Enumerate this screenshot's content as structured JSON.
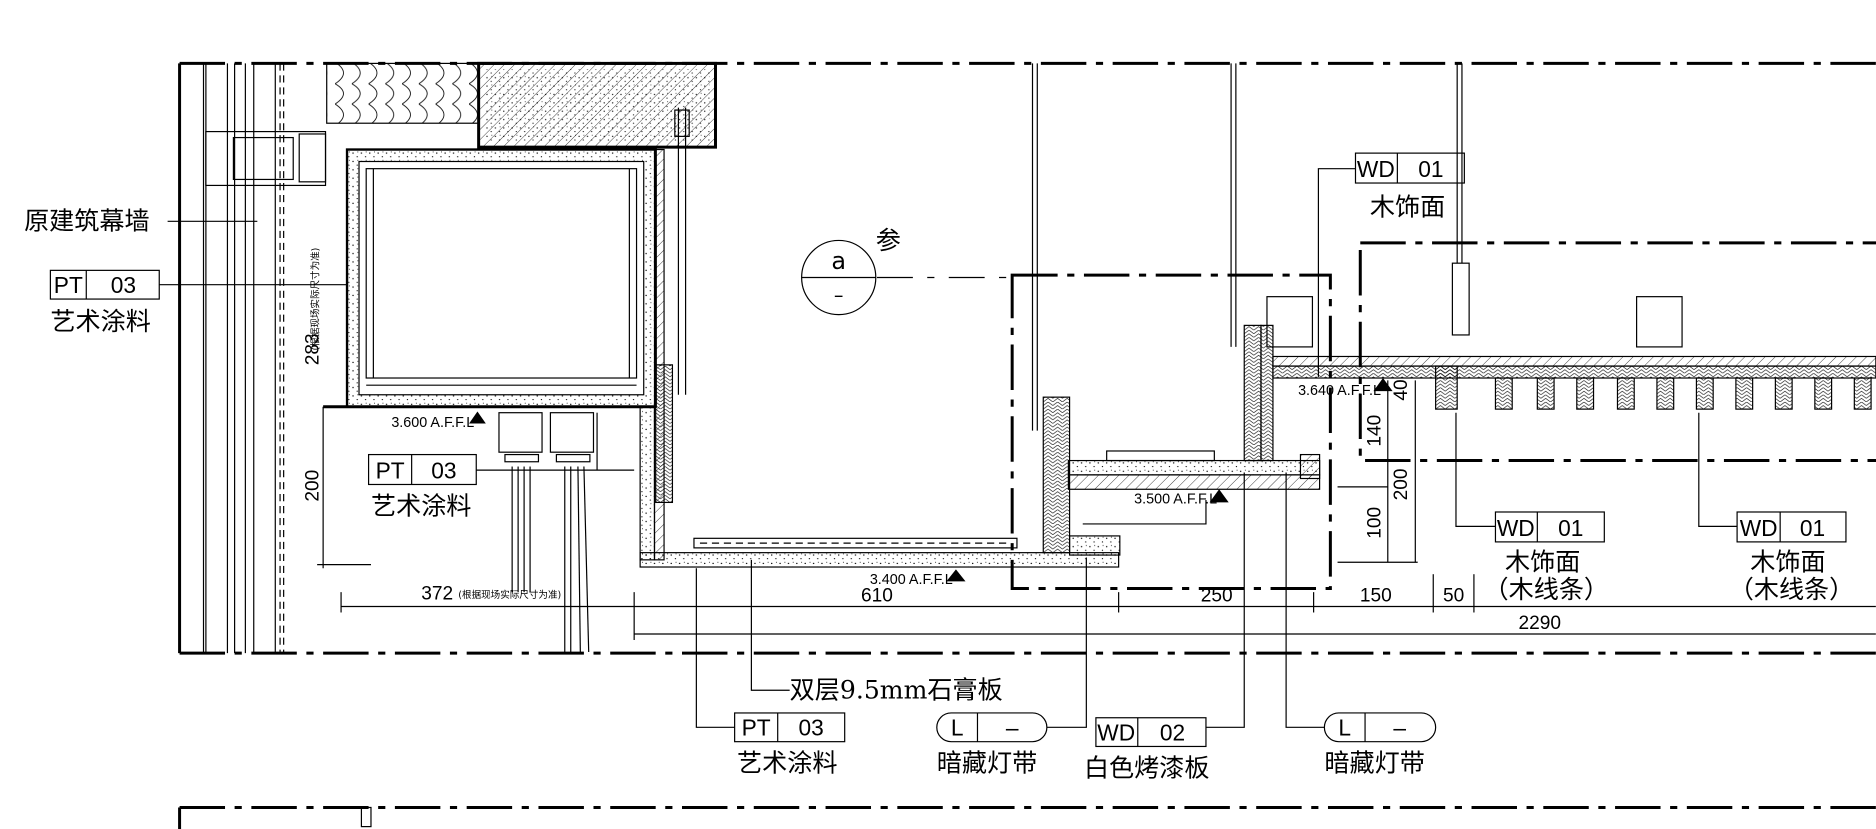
{
  "drawing": {
    "section_marker": {
      "letter": "a",
      "sheet": "–",
      "ref": "参"
    },
    "labels": {
      "curtain_wall": "原建筑幕墙",
      "gypsum": "双层9.5mm石膏板",
      "note_vertical": "(根据现场实际尺寸为准)",
      "note_372": "(根据现场实际尺寸为准)"
    },
    "levels": {
      "l3600": "3.600 A.F.F.L",
      "l3400": "3.400 A.F.F.L",
      "l3500": "3.500 A.F.F.L",
      "l3640": "3.640 A.F.F.L"
    },
    "dimensions": {
      "d283": "283",
      "d200a": "200",
      "d372": "372",
      "d610": "610",
      "d250": "250",
      "d150": "150",
      "d50": "50",
      "d2290": "2290",
      "d40": "40",
      "d140": "140",
      "d200b": "200",
      "d100": "100"
    },
    "tags": {
      "pt_left": {
        "code": "PT",
        "num": "03",
        "label": "艺术涂料"
      },
      "pt_mid": {
        "code": "PT",
        "num": "03",
        "label": "艺术涂料"
      },
      "pt_bottom": {
        "code": "PT",
        "num": "03",
        "label": "艺术涂料"
      },
      "wd_top": {
        "code": "WD",
        "num": "01",
        "label": "木饰面"
      },
      "wd_r1": {
        "code": "WD",
        "num": "01",
        "label": "木饰面",
        "label2": "（木线条）"
      },
      "wd_r2": {
        "code": "WD",
        "num": "01",
        "label": "木饰面",
        "label2": "（木线条）"
      },
      "wd02": {
        "code": "WD",
        "num": "02",
        "label": "白色烤漆板"
      },
      "light1": {
        "code": "L",
        "num": "–",
        "label": "暗藏灯带"
      },
      "light2": {
        "code": "L",
        "num": "–",
        "label": "暗藏灯带"
      }
    }
  }
}
